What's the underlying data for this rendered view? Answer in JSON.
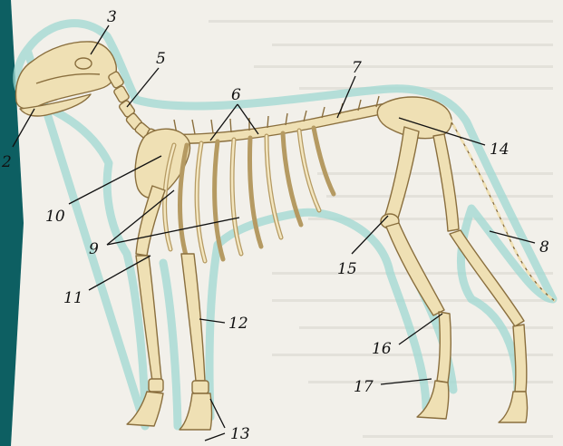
{
  "labels": {
    "l2": "2",
    "l3": "3",
    "l5": "5",
    "l6": "6",
    "l7": "7",
    "l8": "8",
    "l9": "9",
    "l10": "10",
    "l11": "11",
    "l12": "12",
    "l13": "13",
    "l14": "14",
    "l15": "15",
    "l16": "16",
    "l17": "17"
  },
  "colors": {
    "bone": "#efe0b4",
    "bone_outline": "#8a6f3e",
    "silhouette": "#9fd8d2",
    "page": "#f2f0ea",
    "accent_strip": "#0d5f62"
  }
}
